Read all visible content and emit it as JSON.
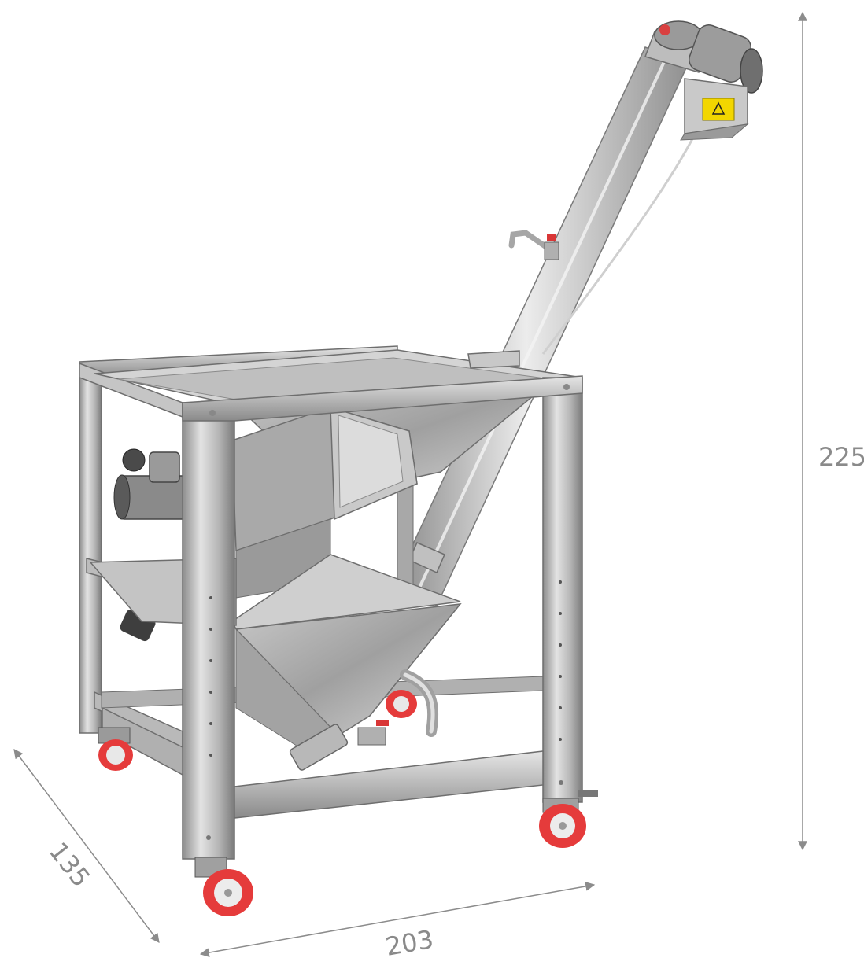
{
  "dimensions": {
    "height_label": "225",
    "depth_label": "135",
    "width_label": "203"
  },
  "colors": {
    "background": "#ffffff",
    "steel_light": "#d9d9d9",
    "steel_mid": "#b3b3b3",
    "steel_dark": "#7d7d7d",
    "motor_dark": "#4a4a4a",
    "wheel_red": "#e53b3b",
    "dimension_line": "#8c8c8c",
    "warning_label": "#f2d600"
  }
}
